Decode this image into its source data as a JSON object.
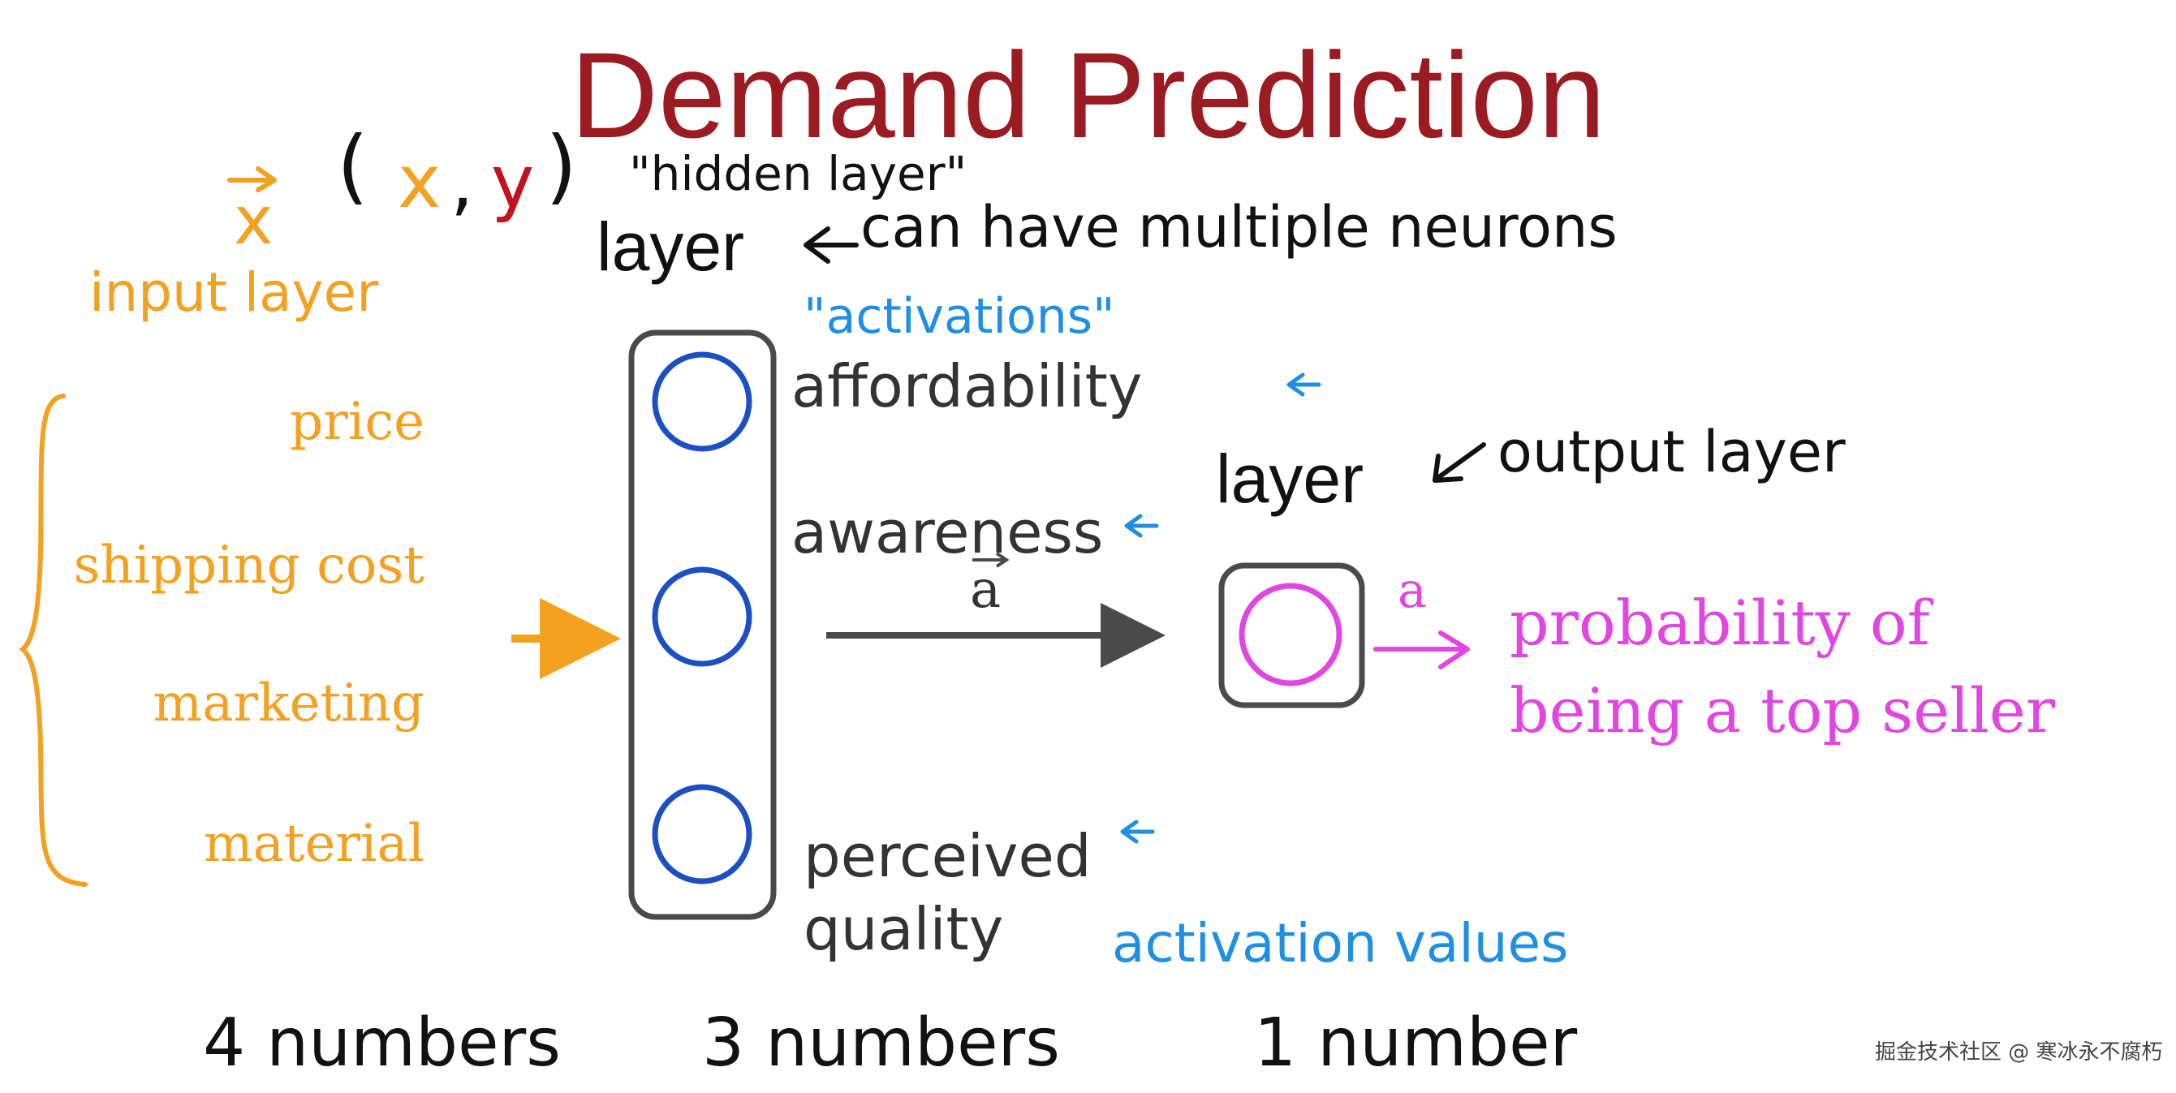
{
  "title": "Demand Prediction",
  "notation": {
    "vector_x": "x",
    "pair_open": "(",
    "pair_x": "x",
    "pair_comma": ",",
    "pair_y": "y",
    "pair_close": ")"
  },
  "input": {
    "layer_annotation": "input layer",
    "features": [
      "price",
      "shipping cost",
      "marketing",
      "material"
    ],
    "count": "4 numbers"
  },
  "hidden": {
    "quote_label": "\"hidden layer\"",
    "layer_label": "layer",
    "layer_note": "can have multiple neurons",
    "activations_note": "\"activations\"",
    "neurons": [
      "affordability",
      "awareness",
      "perceived quality"
    ],
    "vector_label": "a",
    "count": "3 numbers",
    "activation_values": "activation values"
  },
  "output": {
    "layer_label": "layer",
    "layer_note": "output layer",
    "activation_label": "a",
    "description_line1": "probability of",
    "description_line2": "being a top seller",
    "count": "1 number"
  },
  "watermark": "掘金技术社区 @ 寒冰永不腐朽",
  "colors": {
    "title": "#9a1b22",
    "input": "#f2a120",
    "hidden_neuron": "#1c4fc4",
    "output_neuron": "#e047e0",
    "annotation": "#1e8fe3"
  }
}
